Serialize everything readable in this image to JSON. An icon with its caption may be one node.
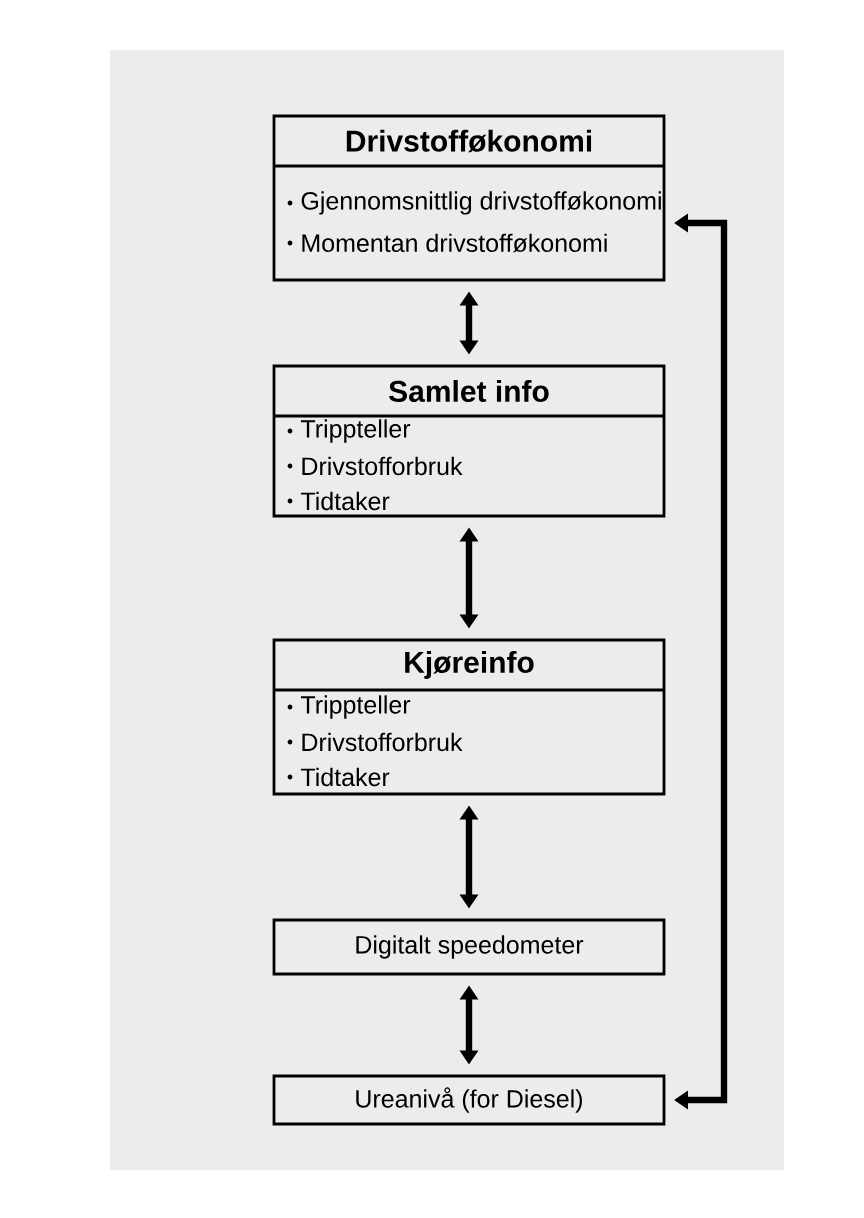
{
  "diagram": {
    "nodes": [
      {
        "text": [
          "Drivstofføkonomi",
          "Gjennomsnittlig drivstofføkonomi",
          "Momentan drivstofføkonomi"
        ]
      },
      {
        "text": [
          "Samlet info",
          "Trippteller",
          "Drivstofforbruk",
          "Tidtaker"
        ]
      },
      {
        "text": [
          "Kjøreinfo",
          "Trippteller",
          "Drivstofforbruk",
          "Tidtaker"
        ]
      },
      {
        "text": [
          "Digitalt speedometer"
        ]
      },
      {
        "text": [
          "Ureanivå (for Diesel)"
        ]
      }
    ],
    "edges": [
      {
        "from": 0,
        "to": 1,
        "arrow": "both"
      },
      {
        "from": 1,
        "to": 2,
        "arrow": "both"
      },
      {
        "from": 2,
        "to": 3,
        "arrow": "both"
      },
      {
        "from": 3,
        "to": 4,
        "arrow": "both"
      },
      {
        "from": 0,
        "to": 4,
        "arrow": "both"
      }
    ]
  }
}
